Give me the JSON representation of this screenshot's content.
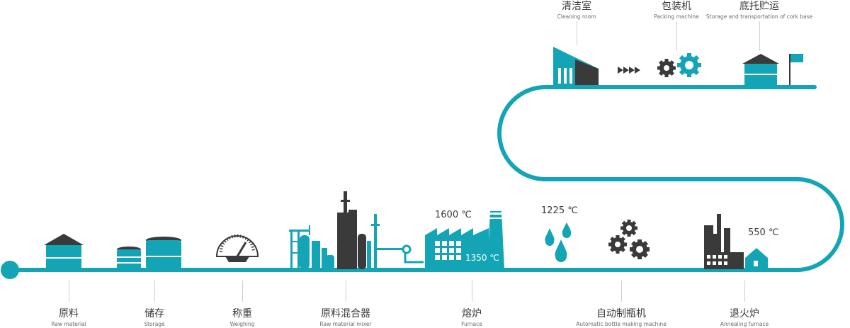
{
  "colors": {
    "teal": "#13a5b5",
    "dark": "#3a3a3a",
    "line": "#13a5b5"
  },
  "bottom_steps": [
    {
      "cn": "原料",
      "en": "Raw material"
    },
    {
      "cn": "储存",
      "en": "Storage"
    },
    {
      "cn": "称重",
      "en": "Weighing"
    },
    {
      "cn": "原料混合器",
      "en": "Raw material mixer"
    },
    {
      "cn": "熔炉",
      "en": "Furnace"
    },
    {
      "cn": "自动制瓶机",
      "en": "Automatic bottle making machine"
    },
    {
      "cn": "退火炉",
      "en": "Annealing furnace"
    }
  ],
  "top_steps": [
    {
      "cn": "清洁室",
      "en": "Cleaning room"
    },
    {
      "cn": "包装机",
      "en": "Packing machine"
    },
    {
      "cn": "底托贮运",
      "en": "Storage and transportation of cork base"
    }
  ],
  "temperatures": {
    "furnace_top": "1600 ℃",
    "furnace_inner": "1350 ℃",
    "bottle_machine": "1225 ℃",
    "annealing": "550 ℃"
  }
}
